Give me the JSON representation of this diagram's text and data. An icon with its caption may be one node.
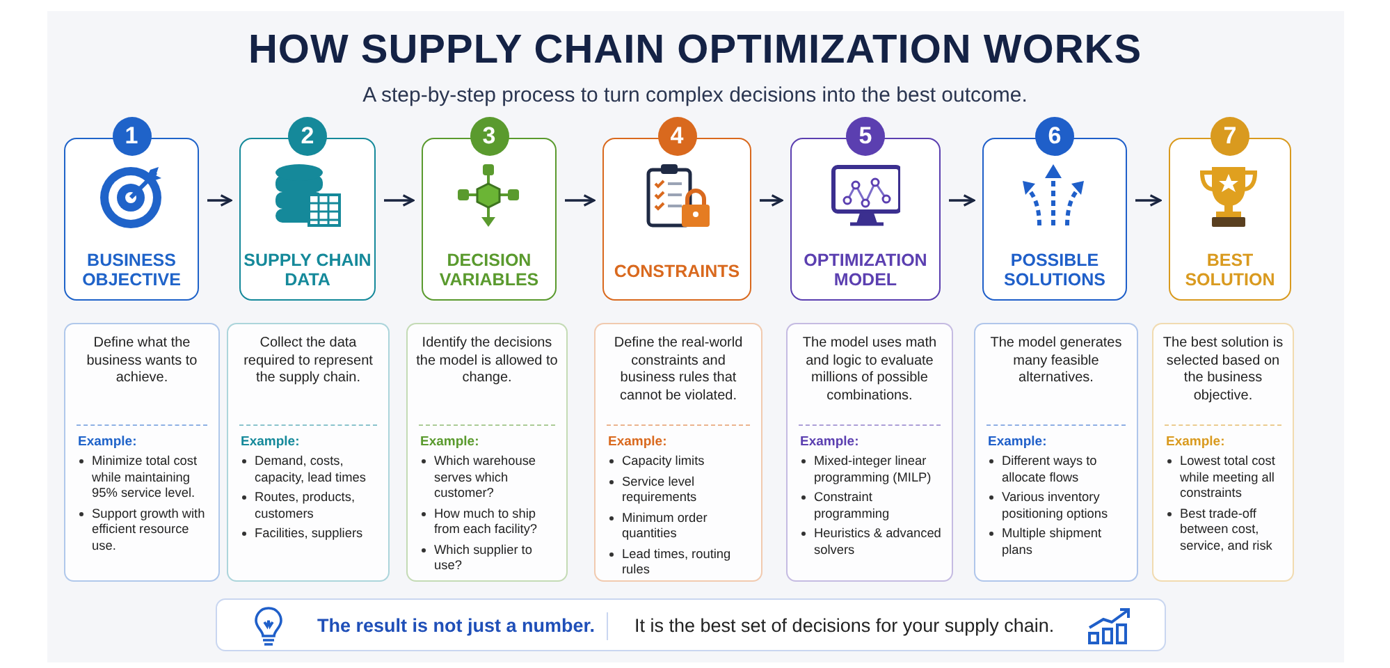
{
  "diagram": {
    "title": "HOW SUPPLY CHAIN OPTIMIZATION WORKS",
    "nodes": [
      {
        "text": [
          "1"
        ]
      },
      {
        "text": [
          "2"
        ]
      },
      {
        "text": [
          "3"
        ]
      },
      {
        "text": [
          "4"
        ]
      },
      {
        "text": [
          "5"
        ]
      },
      {
        "text": [
          "6"
        ]
      },
      {
        "text": [
          "7"
        ]
      },
      {
        "text": [
          "BUSINESS OBJECTIVE"
        ]
      },
      {
        "text": [
          "SUPPLY CHAIN DATA"
        ]
      },
      {
        "text": [
          "DECISION VARIABLES"
        ]
      },
      {
        "text": [
          "CONSTRAINTS"
        ]
      },
      {
        "text": [
          "OPTIMIZATION MODEL"
        ]
      },
      {
        "text": [
          "POSSIBLE SOLUTIONS"
        ]
      },
      {
        "text": [
          "BEST SOLUTION"
        ]
      },
      {
        "text": [
          "Define what the business wants to achieve.",
          "Example:",
          "Minimize total cost while maintaining 95% service level.",
          "Support growth with efficient resource use."
        ]
      },
      {
        "text": [
          "Collect the data required to represent the supply chain.",
          "Example:",
          "Demand, costs, capacity, lead times",
          "Routes, products, customers",
          "Facilities, suppliers"
        ]
      },
      {
        "text": [
          "Identify the decisions the model is allowed to change.",
          "Example:",
          "Which warehouse serves which customer?",
          "How much to ship from each facility?",
          "Which supplier to use?"
        ]
      },
      {
        "text": [
          "Define the real-world constraints and business rules that cannot be violated.",
          "Example:",
          "Capacity limits",
          "Service level requirements",
          "Minimum order quantities",
          "Lead times, routing rules"
        ]
      },
      {
        "text": [
          "The model uses math and logic to evaluate millions of possible combinations.",
          "Example:",
          "Mixed-integer linear programming (MILP)",
          "Constraint programming",
          "Heuristics & advanced solvers"
        ]
      },
      {
        "text": [
          "The model generates many feasible alternatives.",
          "Example:",
          "Different ways to allocate flows",
          "Various inventory positioning options",
          "Multiple shipment plans"
        ]
      },
      {
        "text": [
          "The best solution is selected based on the business objective.",
          "Example:",
          "Lowest total cost while meeting all constraints",
          "Best trade-off between cost, service, and risk"
        ]
      },
      {
        "text": [
          "The result is not just a number.",
          "It is the best set of decisions for your supply chain."
        ]
      }
    ],
    "edges": [
      {
        "from": 7,
        "to": 8,
        "arrow": "to"
      },
      {
        "from": 8,
        "to": 9,
        "arrow": "to"
      },
      {
        "from": 9,
        "to": 10,
        "arrow": "to"
      },
      {
        "from": 10,
        "to": 11,
        "arrow": "to"
      },
      {
        "from": 11,
        "to": 12,
        "arrow": "to"
      },
      {
        "from": 12,
        "to": 13,
        "arrow": "to"
      }
    ],
    "labels": [
      "A step-by-step process to turn complex decisions into the best outcome."
    ]
  }
}
